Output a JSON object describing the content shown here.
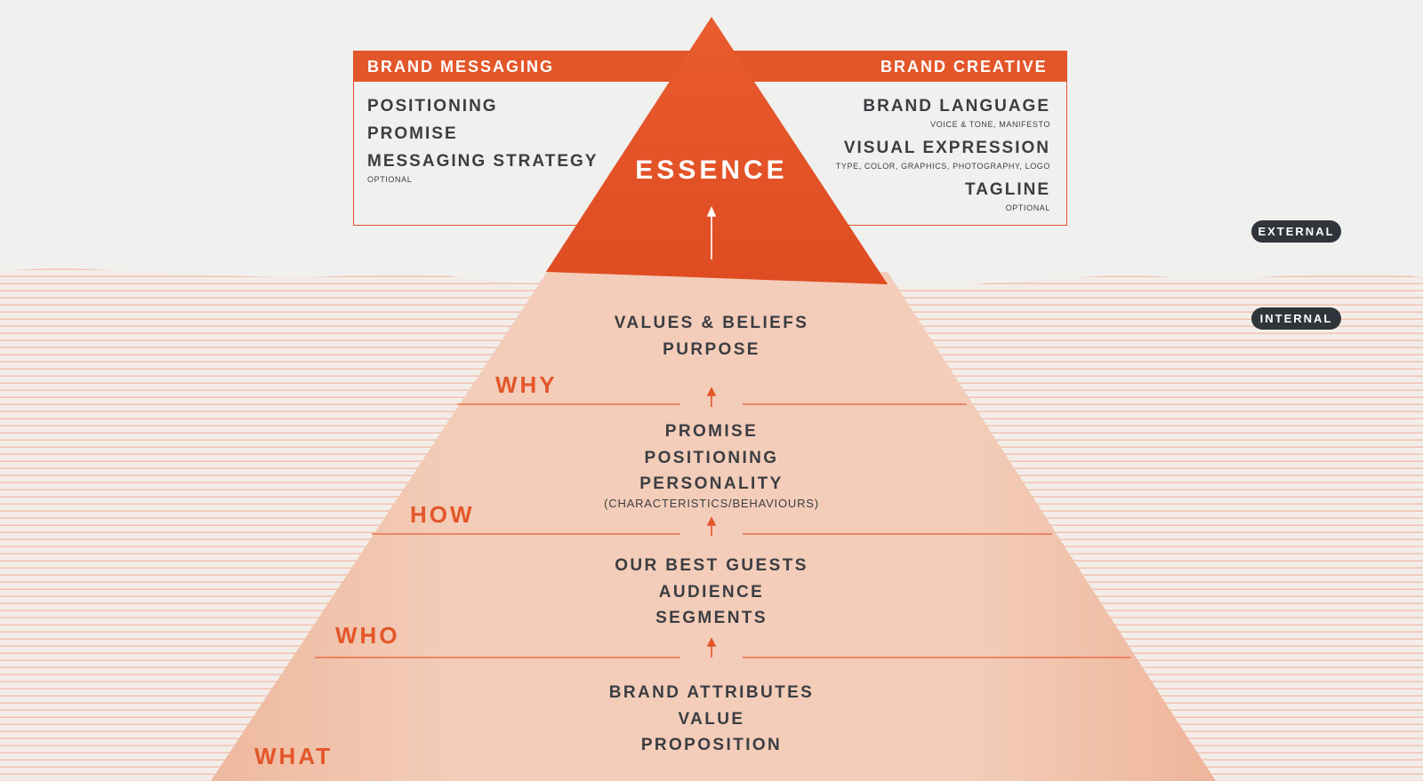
{
  "colors": {
    "background": "#f0f0ef",
    "accent": "#e3562a",
    "pyramid_fill": "#f1c9b3",
    "text_dark": "#3b3d42",
    "pill_bg": "#2f353a",
    "stripe": "#f2b39c"
  },
  "messaging": {
    "header": "BRAND MESSAGING",
    "items": [
      "POSITIONING",
      "PROMISE",
      "MESSAGING STRATEGY"
    ],
    "strategy_note": "OPTIONAL"
  },
  "creative": {
    "header": "BRAND CREATIVE",
    "language": "BRAND LANGUAGE",
    "language_note": "VOICE & TONE, MANIFESTO",
    "visual": "VISUAL EXPRESSION",
    "visual_note": "TYPE, COLOR, GRAPHICS, PHOTOGRAPHY, LOGO",
    "tagline": "TAGLINE",
    "tagline_note": "OPTIONAL"
  },
  "essence": "ESSENCE",
  "zones": {
    "external": "EXTERNAL",
    "internal": "INTERNAL"
  },
  "tiers": [
    {
      "level": "WHY",
      "lines": [
        "VALUES & BELIEFS",
        "PURPOSE"
      ]
    },
    {
      "level": "HOW",
      "lines": [
        "PROMISE",
        "POSITIONING",
        "PERSONALITY"
      ],
      "note": "(CHARACTERISTICS/BEHAVIOURS)"
    },
    {
      "level": "WHO",
      "lines": [
        "OUR BEST GUESTS",
        "AUDIENCE",
        "SEGMENTS"
      ]
    },
    {
      "level": "WHAT",
      "lines": [
        "BRAND ATTRIBUTES",
        "VALUE",
        "PROPOSITION"
      ]
    }
  ],
  "icons": [
    "up-arrow-icon"
  ]
}
